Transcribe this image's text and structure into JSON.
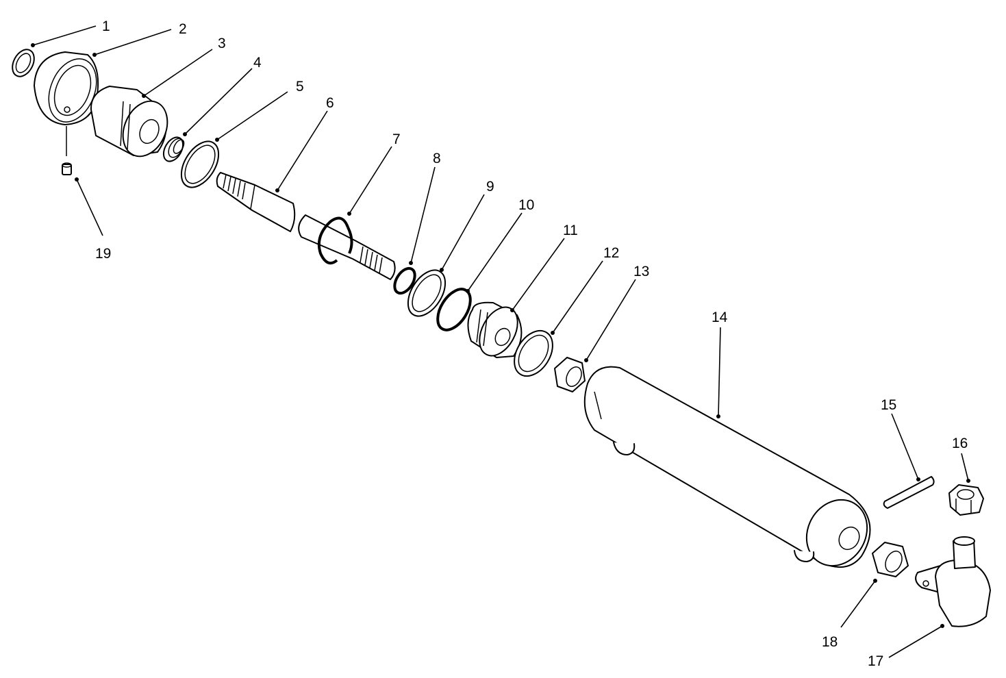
{
  "colors": {
    "line": "#000000",
    "background": "#ffffff"
  },
  "callouts": [
    {
      "id": "1",
      "label": "1"
    },
    {
      "id": "2",
      "label": "2"
    },
    {
      "id": "3",
      "label": "3"
    },
    {
      "id": "4",
      "label": "4"
    },
    {
      "id": "5",
      "label": "5"
    },
    {
      "id": "6",
      "label": "6"
    },
    {
      "id": "7",
      "label": "7"
    },
    {
      "id": "8",
      "label": "8"
    },
    {
      "id": "9",
      "label": "9"
    },
    {
      "id": "10",
      "label": "10"
    },
    {
      "id": "11",
      "label": "11"
    },
    {
      "id": "12",
      "label": "12"
    },
    {
      "id": "13",
      "label": "13"
    },
    {
      "id": "14",
      "label": "14"
    },
    {
      "id": "15",
      "label": "15"
    },
    {
      "id": "16",
      "label": "16"
    },
    {
      "id": "17",
      "label": "17"
    },
    {
      "id": "18",
      "label": "18"
    },
    {
      "id": "19",
      "label": "19"
    }
  ]
}
